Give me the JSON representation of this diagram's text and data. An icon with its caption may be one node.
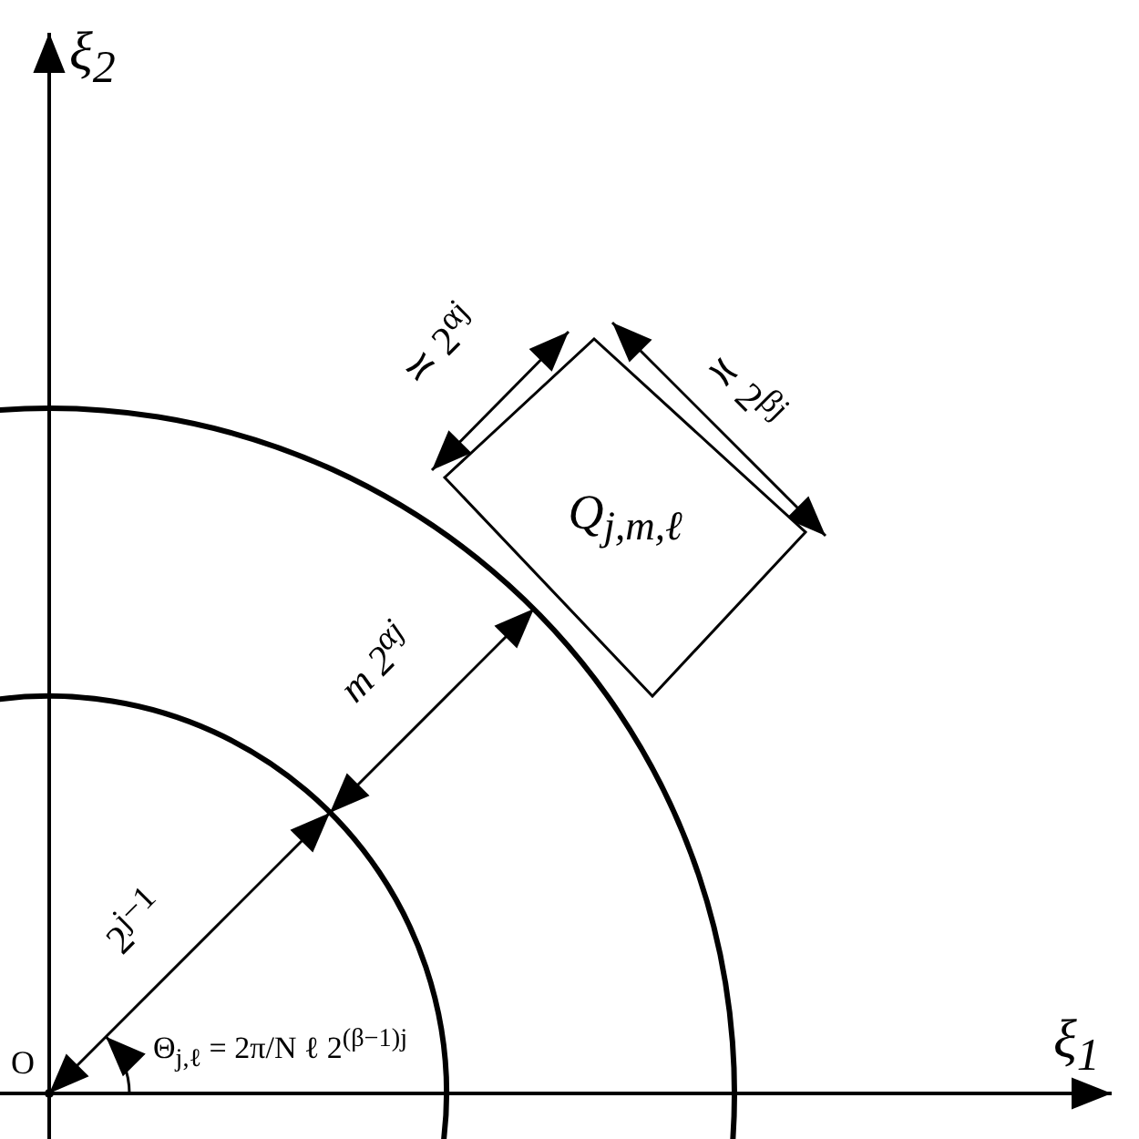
{
  "diagram": {
    "nodes": [
      {
        "text": [
          "Q$_{j,m,ℓ}$"
        ]
      }
    ],
    "labels": [
      "ξ$_{2}$",
      "≍ 2$^{αj}$",
      "≍ 2$^{βj}$",
      "m 2$^{αj}$",
      "2$^{j−1}$",
      "O",
      "Θ$_{j,ℓ}$ = 2π/N ℓ 2$^{(β−1)j}$",
      "ξ$_{1}$"
    ]
  }
}
